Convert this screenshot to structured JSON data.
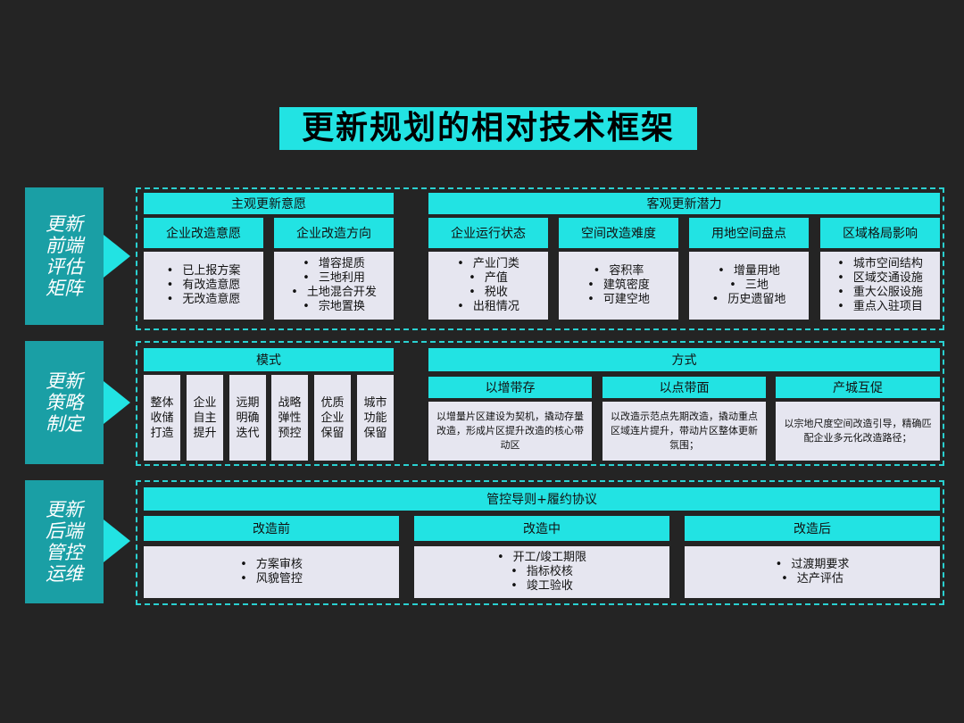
{
  "title": "更新规划的相对技术框架",
  "sections": {
    "front": {
      "label": "更新\n前端\n评估\n矩阵",
      "groups": [
        {
          "header": "主观更新意愿"
        },
        {
          "header": "客观更新潜力"
        }
      ],
      "columns": [
        {
          "header": "企业改造意愿",
          "items": [
            "已上报方案",
            "有改造意愿",
            "无改造意愿"
          ]
        },
        {
          "header": "企业改造方向",
          "items": [
            "增容提质",
            "三地利用",
            "土地混合开发",
            "宗地置换"
          ]
        },
        {
          "header": "企业运行状态",
          "items": [
            "产业门类",
            "产值",
            "税收",
            "出租情况"
          ]
        },
        {
          "header": "空间改造难度",
          "items": [
            "容积率",
            "建筑密度",
            "可建空地"
          ]
        },
        {
          "header": "用地空间盘点",
          "items": [
            "增量用地",
            "三地",
            "历史遗留地"
          ]
        },
        {
          "header": "区域格局影响",
          "items": [
            "城市空间结构",
            "区域交通设施",
            "重大公服设施",
            "重点入驻项目"
          ]
        }
      ]
    },
    "strategy": {
      "label": "更新\n策略\n制定",
      "mode_header": "模式",
      "modes": [
        "整体\n收储\n打造",
        "企业\n自主\n提升",
        "远期\n明确\n迭代",
        "战略\n弹性\n预控",
        "优质\n企业\n保留",
        "城市\n功能\n保留"
      ],
      "method_header": "方式",
      "methods": [
        {
          "header": "以增带存",
          "desc": "以增量片区建设为契机，撬动存量改造，形成片区提升改造的核心带动区"
        },
        {
          "header": "以点带面",
          "desc": "以改造示范点先期改造，撬动重点区域连片提升，带动片区整体更新氛围；"
        },
        {
          "header": "产城互促",
          "desc": "以宗地尺度空间改造引导，精确匹配企业多元化改造路径；"
        }
      ]
    },
    "back": {
      "label": "更新\n后端\n管控\n运维",
      "header": "管控导则+履约协议",
      "stages": [
        {
          "header": "改造前",
          "items": [
            "方案审核",
            "风貌管控"
          ]
        },
        {
          "header": "改造中",
          "items": [
            "开工/竣工期限",
            "指标校核",
            "竣工验收"
          ]
        },
        {
          "header": "改造后",
          "items": [
            "过渡期要求",
            "达产评估"
          ]
        }
      ]
    }
  },
  "colors": {
    "background": "#242424",
    "accent": "#22e3e3",
    "side": "#1a9fa5",
    "card": "#e6e6f0"
  }
}
